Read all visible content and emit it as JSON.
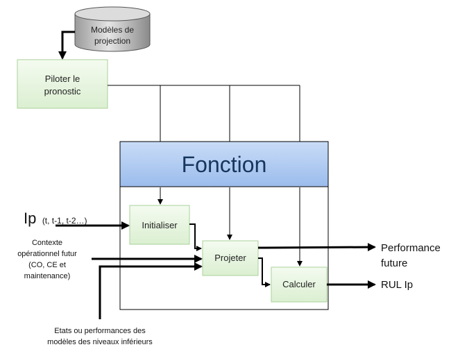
{
  "database": {
    "line1": "Modèles de",
    "line2": "projection"
  },
  "pilot": {
    "line1": "Piloter le",
    "line2": "pronostic"
  },
  "function": {
    "title": "Fonction"
  },
  "blocks": {
    "initialiser": "Initialiser",
    "projeter": "Projeter",
    "calculer": "Calculer"
  },
  "inputs": {
    "ip": {
      "main": "Ip",
      "sub": "(t, t-1, t-2…)"
    },
    "context": {
      "line1": "Contexte",
      "line2": "opérationnel futur",
      "line3": "(CO, CE et",
      "line4": "maintenance)"
    },
    "lower": {
      "line1": "Etats ou performances des",
      "line2": "modèles des niveaux inférieurs"
    }
  },
  "outputs": {
    "performance": {
      "line1": "Performance",
      "line2": "future"
    },
    "rul": "RUL Ip"
  },
  "colors": {
    "block_fill": "#e6f5df",
    "block_stroke": "#a9d29a",
    "header_fill": "#a9c8f2",
    "title_color": "#17365d",
    "line": "#000000"
  }
}
